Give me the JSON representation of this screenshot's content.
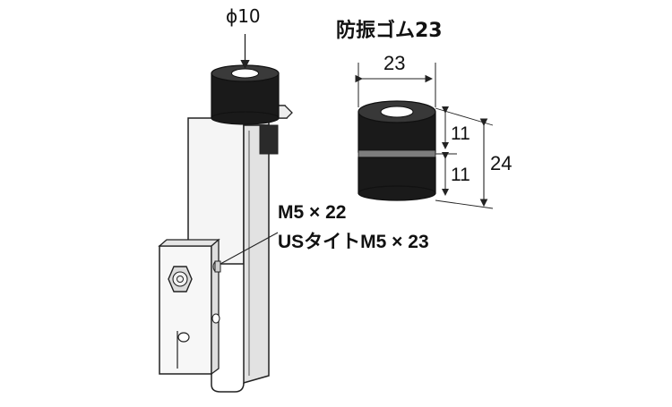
{
  "labels": {
    "phi": "ϕ10",
    "rubber_title": "防振ゴム23",
    "width": "23",
    "half_upper": "11",
    "half_lower": "11",
    "height": "24",
    "bolt_line1": "M5 × 22",
    "bolt_line2": "USタイトM5 × 23"
  },
  "colors": {
    "line": "#222222",
    "metal": "#f4f4f4",
    "metal_shade": "#dcdcdc",
    "rubber": "#1a1a1a",
    "background": "#ffffff"
  }
}
